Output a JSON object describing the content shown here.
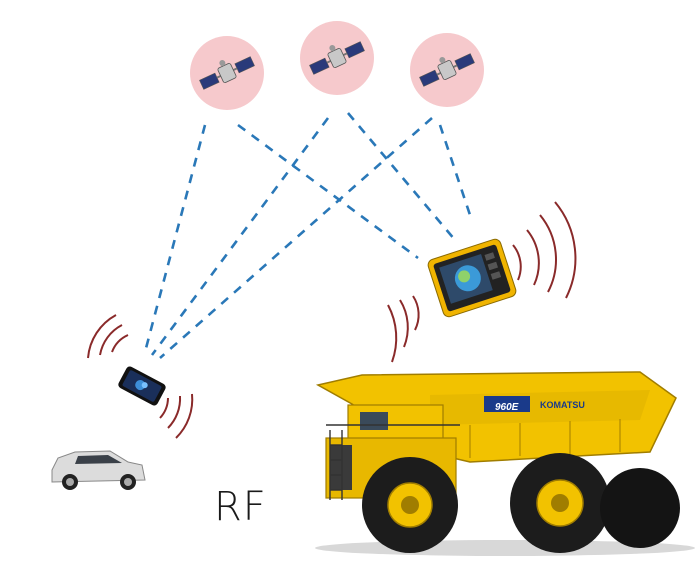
{
  "diagram": {
    "label": "RF",
    "truck": {
      "model": "960E",
      "brand": "KOMATSU"
    }
  },
  "colors": {
    "satellite_bg": "#f6c9cc",
    "link_dash": "#2a78b8",
    "signal_wave": "#8a2a2a",
    "truck_body": "#f2c200"
  },
  "icons": [
    "satellite-icon",
    "smartphone-icon",
    "gps-tablet-icon",
    "suv-icon",
    "haul-truck-icon"
  ]
}
